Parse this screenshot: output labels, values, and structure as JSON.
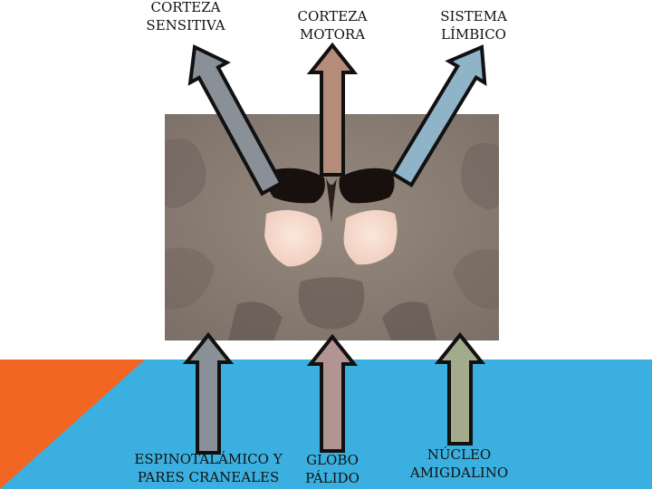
{
  "labels": {
    "corteza_sensitiva": "CORTEZA\nSENSITIVA",
    "corteza_motora": "CORTEZA\nMOTORA",
    "sistema_limbico": "SISTEMA\nLÍMBICO",
    "espinotalamico": "ESPINOTALÁMICO Y\nPARES CRANEALES",
    "globo_palido": "GLOBO\nPÁLIDO",
    "nucleo_amigdalino": "NÚCLEO\nAMIGDALINO"
  },
  "colors": {
    "background": "#ffffff",
    "band": "#3bb0e0",
    "accent": "#f26522",
    "arrow_sensitiva": "#8a9097",
    "arrow_motora": "#b58c7a",
    "arrow_limbico": "#8fb4c8",
    "arrow_espinotalamico": "#8a9097",
    "arrow_globo": "#b29592",
    "arrow_amigdalino": "#a4aa8c"
  }
}
